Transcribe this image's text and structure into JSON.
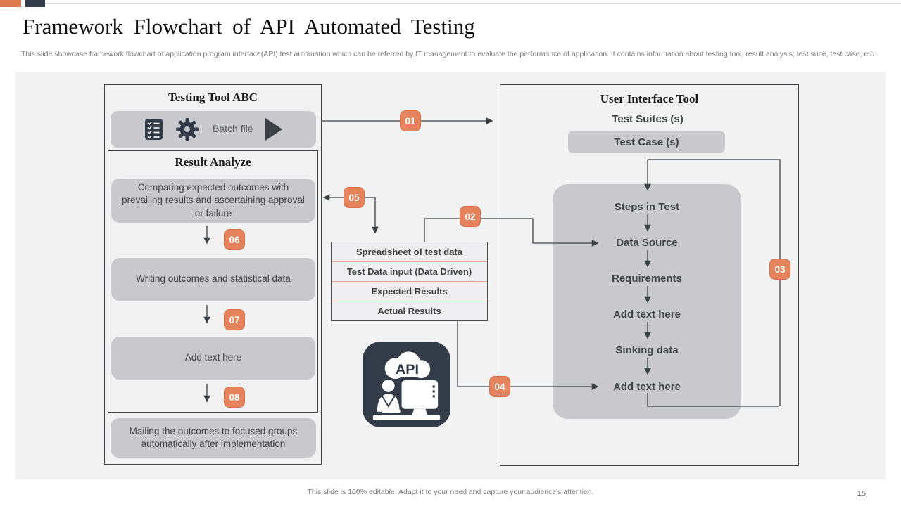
{
  "slide": {
    "title": "Framework Flowchart of API Automated Testing",
    "subtitle": "This slide showcase framework flowchart of application program interface(API) test automation which can be referred by IT management to evaluate the performance of application. It contains information about testing tool, result analysis, test suite, test case, etc.",
    "footer": "This slide is 100% editable. Adapt it to your need and capture your audience's attention.",
    "page_number": "15"
  },
  "colors": {
    "accent_orange": "#DF7A50",
    "badge_orange": "#E5835C",
    "dark_navy": "#343B48",
    "box_gray": "#C9C9CD",
    "panel_bg": "#F2F2F3",
    "line_dark": "#3B4045"
  },
  "testing_tool": {
    "title": "Testing Tool ABC",
    "batch_file_label": "Batch file",
    "result_analyze": {
      "title": "Result Analyze",
      "steps": [
        "Comparing expected outcomes with prevailing results and ascertaining approval or failure",
        "Writing outcomes and statistical data",
        "Add text here"
      ]
    },
    "footer_step": "Mailing the outcomes to focused groups automatically after implementation"
  },
  "ui_tool": {
    "title": "User Interface Tool",
    "suites_label": "Test Suites (s)",
    "case_label": "Test Case (s)",
    "steps": [
      "Steps in Test",
      "Data Source",
      "Requirements",
      "Add text here",
      "Sinking data",
      "Add text here"
    ]
  },
  "data_table": {
    "rows": [
      "Spreadsheet of test data",
      "Test Data input (Data Driven)",
      "Expected Results",
      "Actual Results"
    ]
  },
  "badges": {
    "b01": "01",
    "b02": "02",
    "b03": "03",
    "b04": "04",
    "b05": "05",
    "b06": "06",
    "b07": "07",
    "b08": "08"
  },
  "api_icon": {
    "label": "API"
  }
}
